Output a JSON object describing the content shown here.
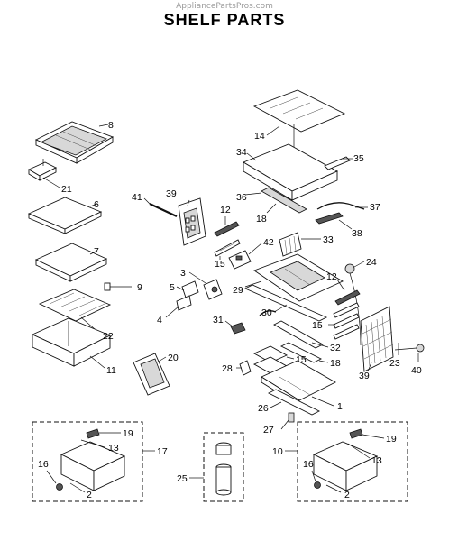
{
  "watermark": "AppliancePartsPros.com",
  "title": "SHELF PARTS",
  "callouts": {
    "c1": "1",
    "c2a": "2",
    "c2b": "2",
    "c3": "3",
    "c4": "4",
    "c5": "5",
    "c6": "6",
    "c7": "7",
    "c8": "8",
    "c9": "9",
    "c10": "10",
    "c11": "11",
    "c12a": "12",
    "c12b": "12",
    "c13a": "13",
    "c13b": "13",
    "c14": "14",
    "c15a": "15",
    "c15b": "15",
    "c15c": "15",
    "c16a": "16",
    "c16b": "16",
    "c17": "17",
    "c18a": "18",
    "c18b": "18",
    "c19a": "19",
    "c19b": "19",
    "c20": "20",
    "c21": "21",
    "c22": "22",
    "c23": "23",
    "c24": "24",
    "c25": "25",
    "c26": "26",
    "c27": "27",
    "c28": "28",
    "c29": "29",
    "c30": "30",
    "c31": "31",
    "c32": "32",
    "c33": "33",
    "c34": "34",
    "c35": "35",
    "c36": "36",
    "c37": "37",
    "c38": "38",
    "c39a": "39",
    "c39b": "39",
    "c40": "40",
    "c41": "41",
    "c42": "42"
  }
}
